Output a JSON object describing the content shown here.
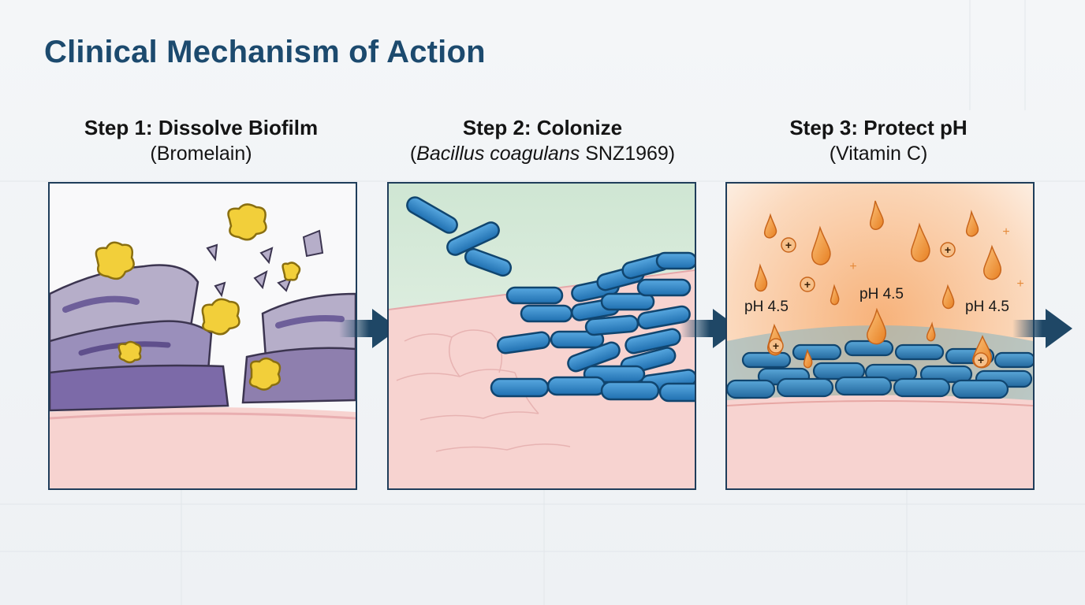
{
  "title": "Clinical Mechanism of Action",
  "steps": [
    {
      "heading": "Step 1: Dissolve Biofilm",
      "subtitle": "(Bromelain)"
    },
    {
      "heading": "Step 2: Colonize",
      "subtitle_open": "(",
      "subtitle_italic": "Bacillus coagulans",
      "subtitle_rest": " SNZ1969)"
    },
    {
      "heading": "Step 3: Protect pH",
      "subtitle": "(Vitamin C)"
    }
  ],
  "ph_labels": [
    "pH 4.5",
    "pH 4.5",
    "pH 4.5"
  ],
  "colors": {
    "title": "#1c4a6e",
    "frame": "#1f3d5a",
    "arrow": "#1f4766",
    "skin": "#f7d3d0",
    "biofilm": "#8e7fae",
    "enzyme": "#f2cf3a",
    "bacteria": "#2f86c8",
    "droplet": "#f29a3a"
  },
  "icons": [
    "enzyme-cluster-icon",
    "bacteria-rod-icon",
    "acid-droplet-icon",
    "plus-ion-icon",
    "flow-arrow-icon"
  ]
}
